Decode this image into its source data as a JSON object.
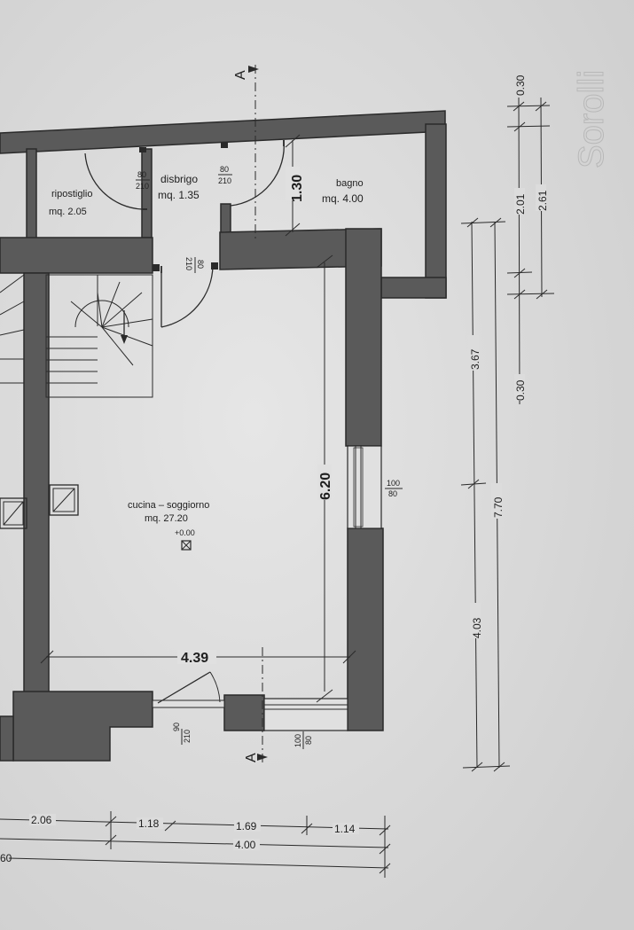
{
  "section_mark": "A",
  "rooms": {
    "ripostiglio": {
      "name": "ripostiglio",
      "area": "mq. 2.05"
    },
    "disbrigo": {
      "name": "disbrigo",
      "area": "mq. 1.35"
    },
    "bagno": {
      "name": "bagno",
      "area": "mq. 4.00"
    },
    "cucina": {
      "name": "cucina – soggiorno",
      "area": "mq. 27.20",
      "level": "+0.00"
    }
  },
  "openings": {
    "door_ripostiglio": {
      "w": "80",
      "h": "210"
    },
    "door_bagno": {
      "w": "80",
      "h": "210"
    },
    "door_disbrigo": {
      "w": "80",
      "h": "210"
    },
    "window_east": {
      "w": "100",
      "h": "80"
    },
    "door_entrance": {
      "w": "90",
      "h": "210"
    },
    "window_south": {
      "w": "100",
      "h": "80"
    }
  },
  "dimensions": {
    "bagno_depth": "1.30",
    "cucina_depth": "6.20",
    "cucina_width": "4.39",
    "right_top": "3.67",
    "right_bottom": "4.03",
    "right_total": "7.70",
    "far_030_top": "0.30",
    "far_201": "2.01",
    "far_261": "2.61",
    "far_030_bottom": "0.30",
    "bottom_206": "2.06",
    "bottom_118": "1.18",
    "bottom_169": "1.69",
    "bottom_114": "1.14",
    "bottom_400": "4.00",
    "bottom_cut": "60"
  },
  "stamp": "Sorolli"
}
